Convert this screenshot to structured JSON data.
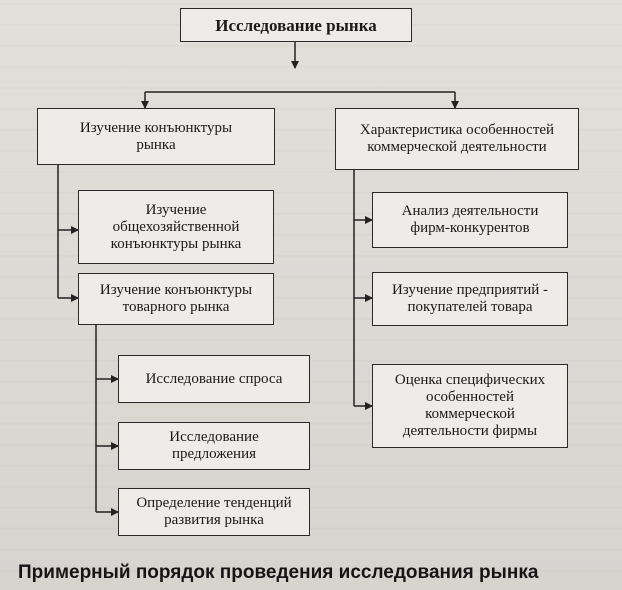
{
  "diagram": {
    "root": "Исследование рынка",
    "left_branch": {
      "title": "Изучение конъюнктуры\nрынка",
      "items": [
        "Изучение\nобщехозяйственной\nконъюнктуры рынка",
        "Изучение конъюнктуры\nтоварного рынка"
      ],
      "sub_items": [
        "Исследование спроса",
        "Исследование\nпредложения",
        "Определение тенденций\nразвития рынка"
      ]
    },
    "right_branch": {
      "title": "Характеристика особенностей\nкоммерческой деятельности",
      "items": [
        "Анализ деятельности\nфирм-конкурентов",
        "Изучение предприятий -\nпокупателей товара",
        "Оценка специфических\nособенностей\nкоммерческой\nдеятельности фирмы"
      ]
    }
  },
  "caption": "Примерный порядок проведения исследования рынка"
}
